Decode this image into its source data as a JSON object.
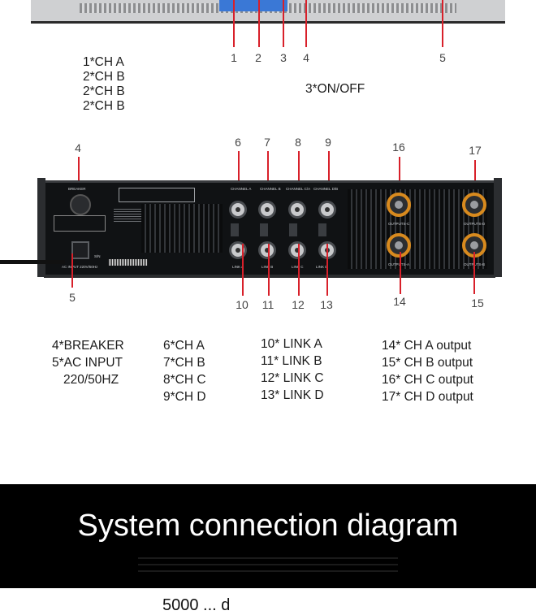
{
  "top_markers": [
    "1",
    "2",
    "3",
    "4",
    "5"
  ],
  "top_notes": {
    "channels": [
      "1*CH A",
      "2*CH B",
      "2*CH B",
      "2*CH B"
    ],
    "power": "3*ON/OFF"
  },
  "rear_markers": {
    "breaker": "4",
    "xlr_top": [
      "6",
      "7",
      "8",
      "9"
    ],
    "outputs_top": [
      "16",
      "17"
    ],
    "ac_input": "5",
    "xlr_bottom": [
      "10",
      "11",
      "12",
      "13"
    ],
    "outputs_bottom": [
      "14",
      "15"
    ]
  },
  "panel_labels": {
    "breaker": "BREAKER",
    "ac_input": "AC INPUT 220V/50Hz",
    "serial": "S/N",
    "channel_inputs": [
      "CHANNEL A",
      "CHANNEL B",
      "CHANNEL C/A",
      "CHANNEL D/B"
    ],
    "link_labels": [
      "LINK A",
      "LINK B",
      "LINK C",
      "LINK D"
    ],
    "outputs": [
      "OUTPUTS-C",
      "OUTPUTS-D",
      "OUTPUTS-A",
      "OUTPUTS-B"
    ]
  },
  "legend": {
    "col1": [
      "4*BREAKER",
      "5*AC INPUT",
      "220/50HZ"
    ],
    "col2": [
      "6*CH A",
      "7*CH B",
      "8*CH C",
      "9*CH D"
    ],
    "col3": [
      "10* LINK A",
      "11* LINK B",
      "12* LINK C",
      "13* LINK D"
    ],
    "col4": [
      "14* CH A output",
      "15* CH B output",
      "16* CH C output",
      "17* CH D output"
    ]
  },
  "banner": {
    "title": "System connection diagram"
  },
  "footer_partial": "5000 ... d"
}
